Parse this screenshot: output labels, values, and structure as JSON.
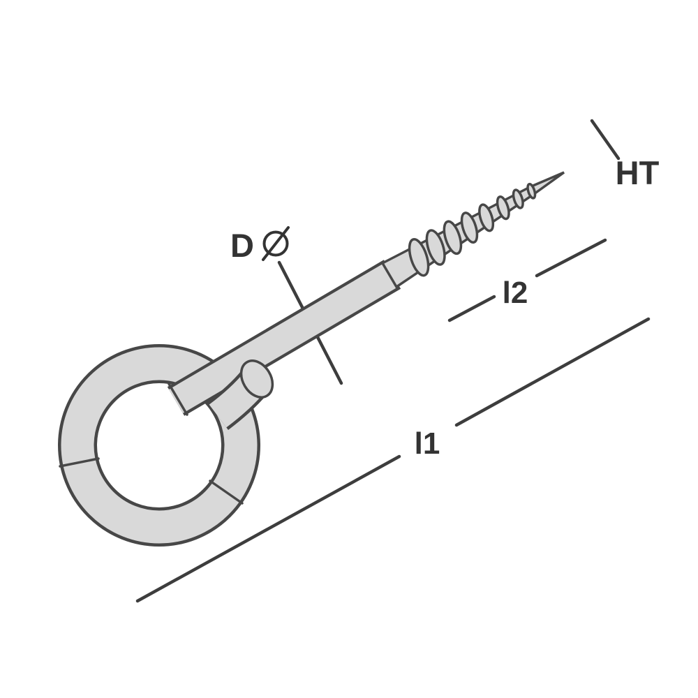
{
  "theme": {
    "bg": "#ffffff",
    "metal-fill": "#d9d9d9",
    "outline": "#474747",
    "line": "#3d3d3d",
    "text": "#333333"
  },
  "diagram": {
    "subject": "eye-screw-hook",
    "labels": {
      "ht": "HT",
      "d": "D",
      "d_symbol": "∅",
      "l2": "l2",
      "l1": "l1"
    }
  }
}
